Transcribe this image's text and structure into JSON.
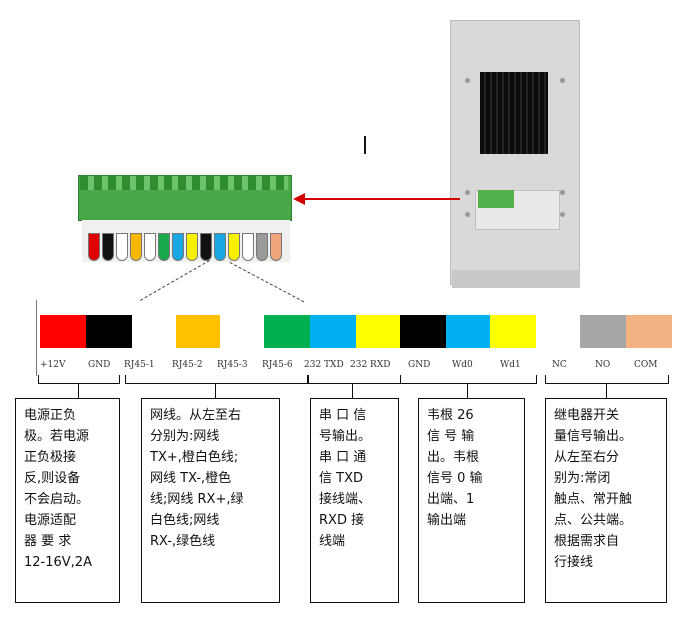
{
  "pin_labels": [
    "+12V",
    "GND",
    "RJ45-1",
    "RJ45-2",
    "RJ45-3",
    "RJ45-6",
    "232 TXD",
    "232 RXD",
    "GND",
    "Wd0",
    "Wd1",
    "NC",
    "NO",
    "COM"
  ],
  "wire_colors": [
    "#e00000",
    "#111111",
    "#ffffff",
    "#f6b800",
    "#ffffff",
    "#19a84a",
    "#1aa7e6",
    "#f7f000",
    "#111111",
    "#1aa7e6",
    "#f7f000",
    "#ffffff",
    "#9a9a9a",
    "#f0a57c"
  ],
  "swatch_colors": [
    "#ff0000",
    "#000000",
    "#ffffff",
    "#ffc000",
    "#ffffff",
    "#00b050",
    "#00b0f0",
    "#ffff00",
    "#000000",
    "#00b0f0",
    "#ffff00",
    "#ffffff",
    "#a6a6a6",
    "#f4b183"
  ],
  "accent_color": "#d40000",
  "descriptions": {
    "power": "电源正负\n极。若电源\n正负极接\n反,则设备\n不会启动。\n电源适配\n器 要 求\n12-16V,2A",
    "network": "网线。从左至右\n分别为:网线\nTX+,橙白色线;\n网线 TX-,橙色\n线;网线 RX+,绿\n白色线;网线\nRX-,绿色线",
    "serial": "串 口 信\n号输出。\n串 口 通\n信 TXD\n接线端、\nRXD 接\n线端",
    "wiegand": "韦根 26\n信 号 输\n出。韦根\n信号 0 输\n出端、1\n输出端",
    "relay": "继电器开关\n量信号输出。\n从左至右分\n别为:常闭\n触点、常开触\n点、公共端。\n根据需求自\n行接线"
  }
}
